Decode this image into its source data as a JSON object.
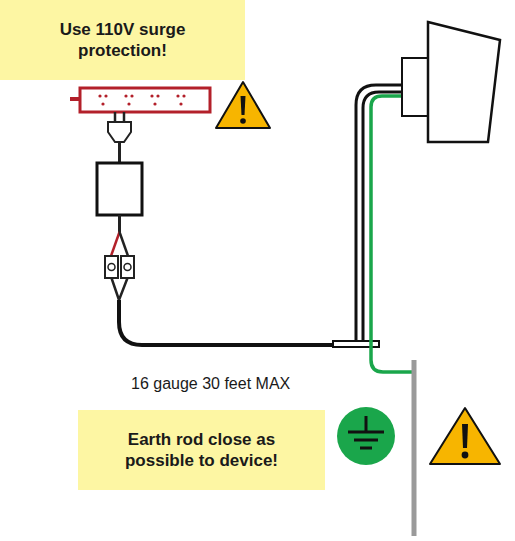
{
  "diagram": {
    "nodes": [
      {
        "text": [
          "Use 110V surge protection!"
        ]
      },
      {
        "text": [
          "Earth rod close as possible to device!"
        ]
      }
    ],
    "labels": [
      "16 gauge 30 feet MAX"
    ]
  }
}
